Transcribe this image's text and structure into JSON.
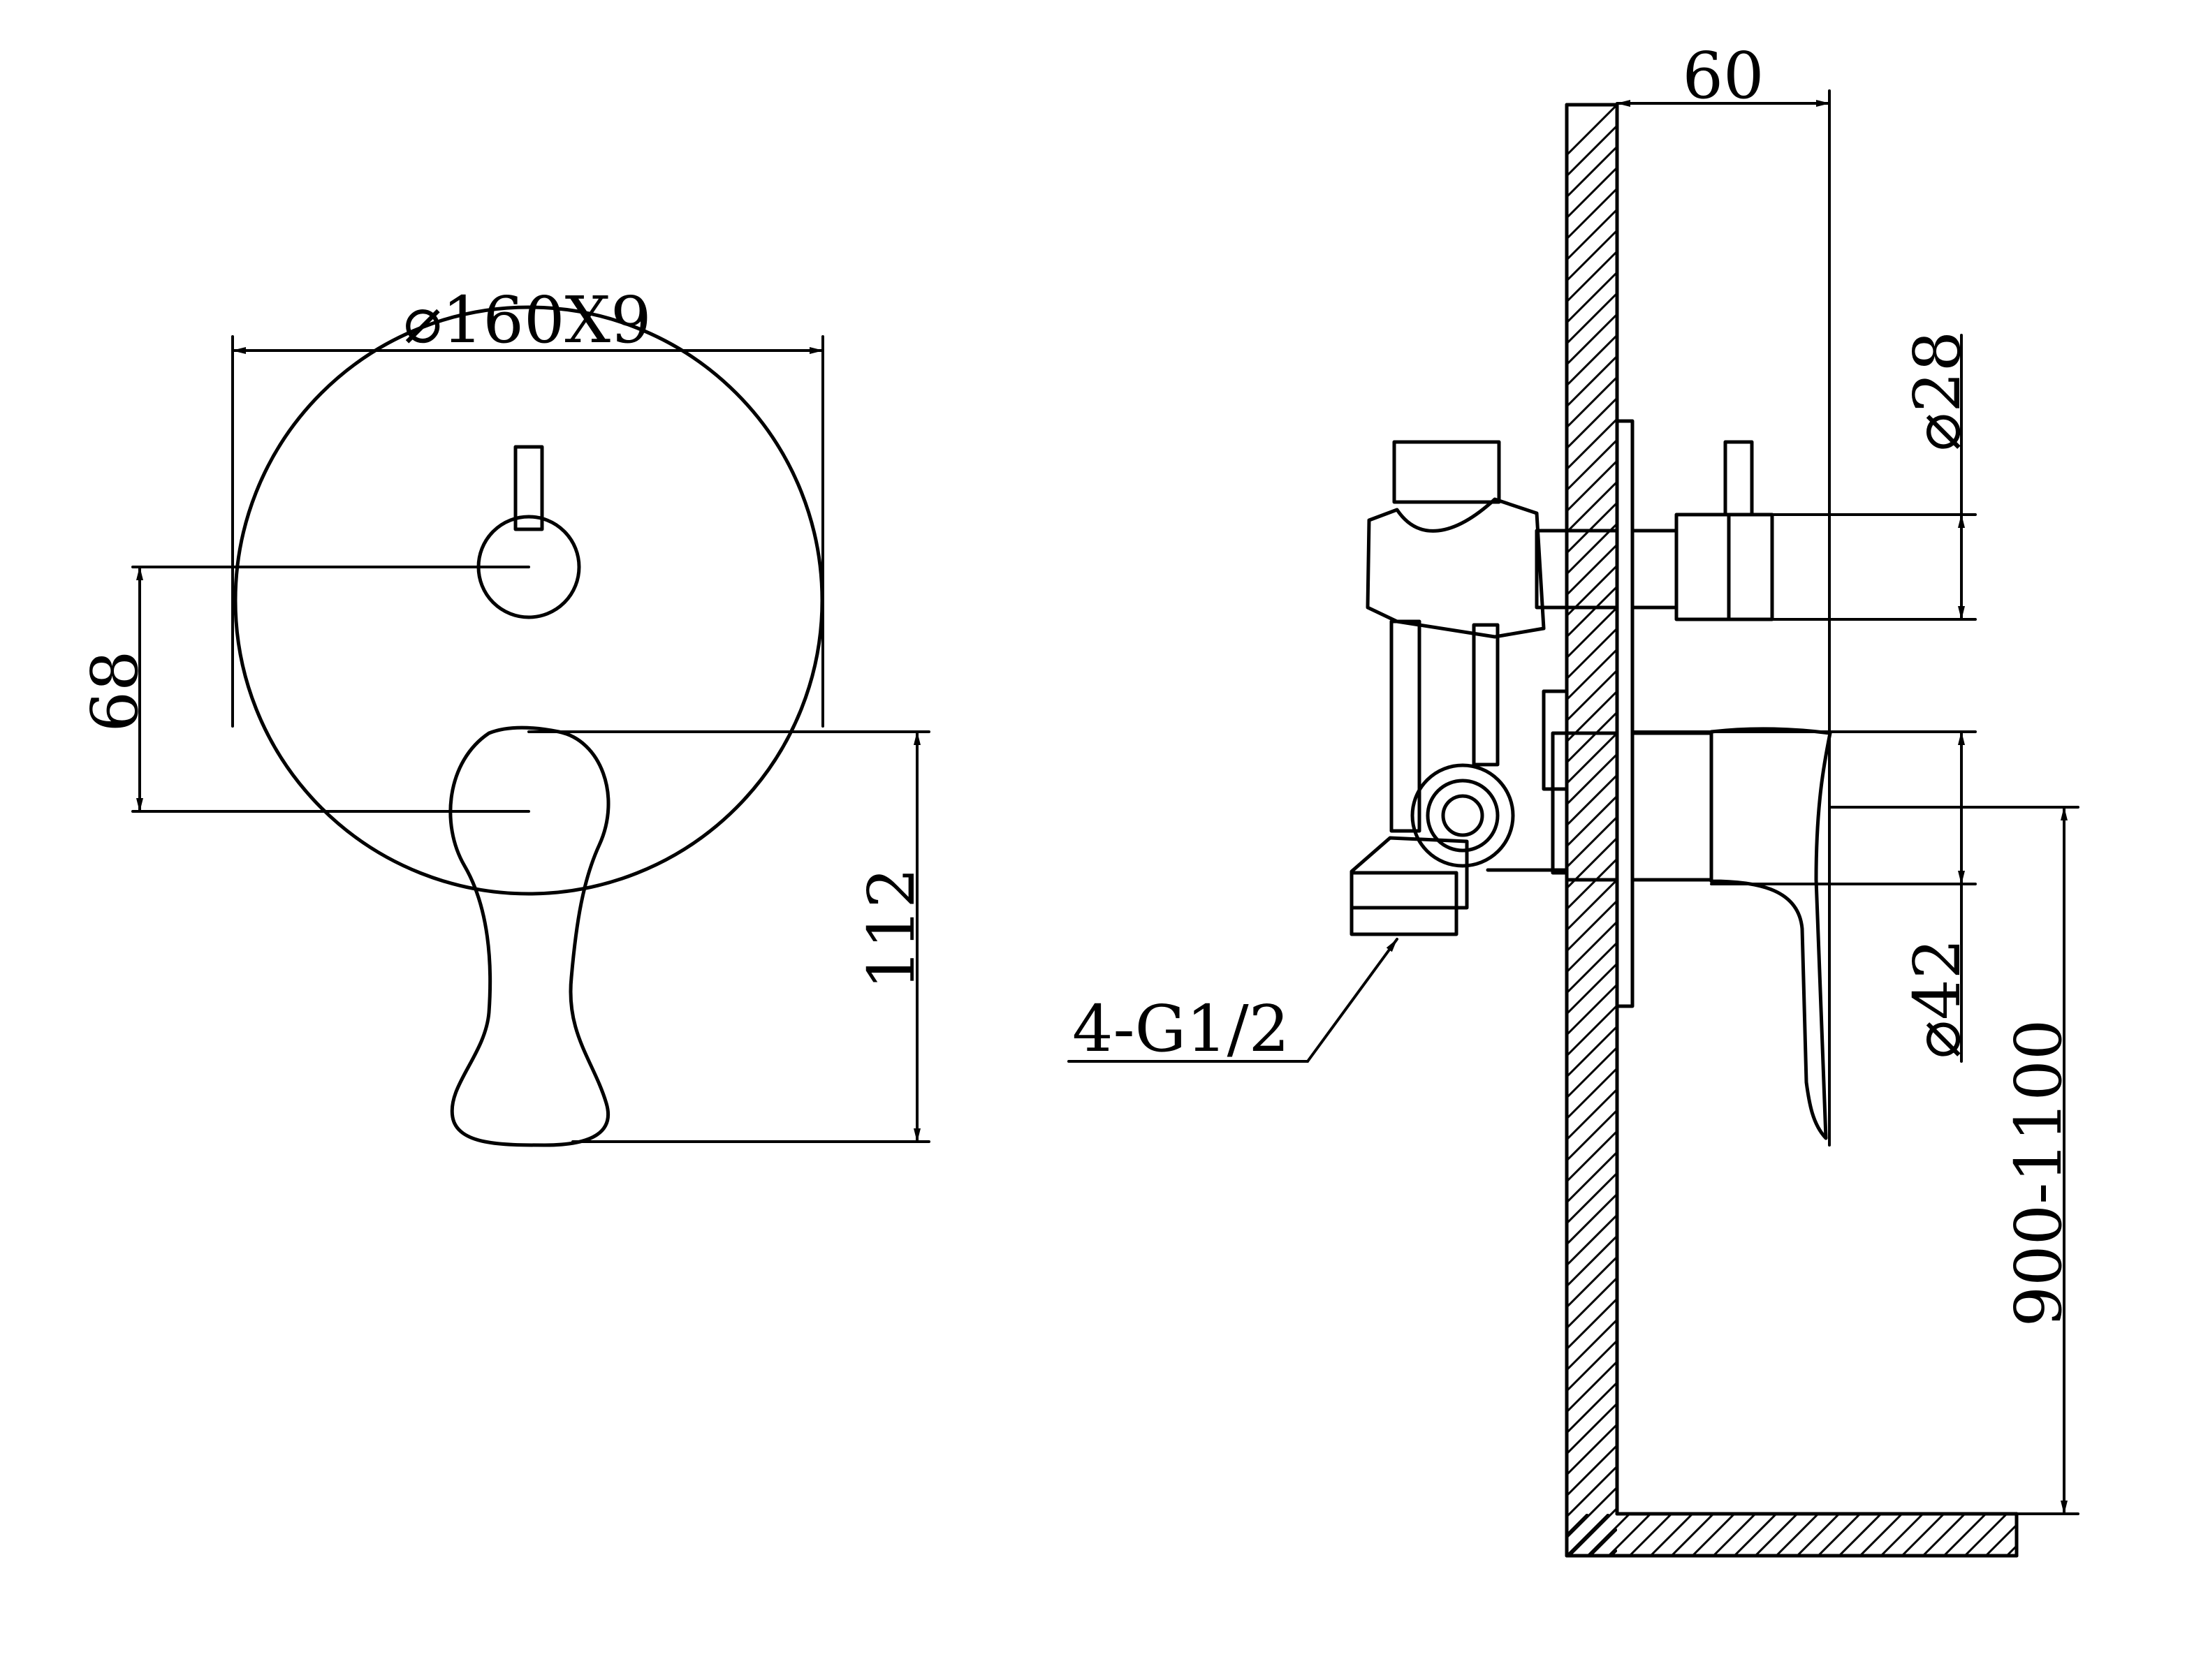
{
  "drawing": {
    "front_view": {
      "diameter_label": "⌀160X9",
      "spacing_label": "68",
      "lever_height_label": "112"
    },
    "side_view": {
      "depth_label": "60",
      "small_knob_label": "⌀28",
      "large_knob_label": "⌀42",
      "inlet_label": "4-G1/2",
      "height_range_label": "900-1100"
    }
  }
}
